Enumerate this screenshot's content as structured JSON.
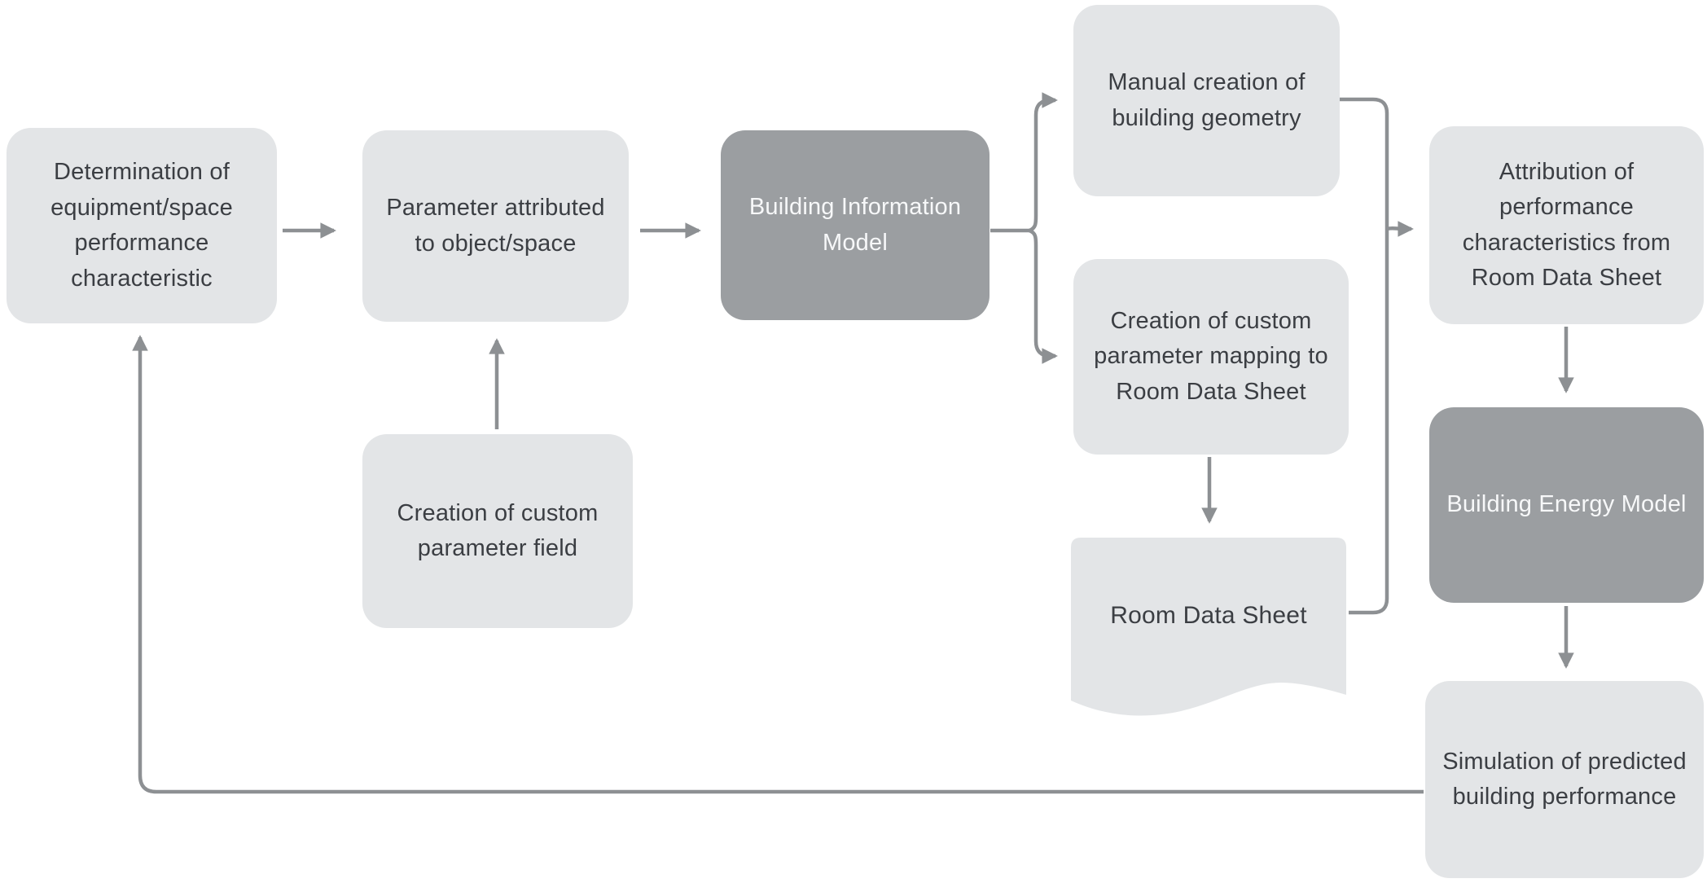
{
  "diagram": {
    "type": "flowchart",
    "background": "#ffffff",
    "colors": {
      "node_light": "#e3e5e7",
      "node_dark": "#9b9ea1",
      "arrow": "#8d9093",
      "text_dark": "#3b3e43",
      "text_light": "#f7f8f9"
    },
    "nodes": [
      {
        "id": "determination",
        "label": "Determination of equipment/space performance characteristic",
        "shape": "rounded-rect",
        "style": "light"
      },
      {
        "id": "parameter",
        "label": "Parameter attributed to object/space",
        "shape": "rounded-rect",
        "style": "light"
      },
      {
        "id": "custom-field",
        "label": "Creation of custom parameter field",
        "shape": "rounded-rect",
        "style": "light"
      },
      {
        "id": "bim",
        "label": "Building Information Model",
        "shape": "rounded-rect",
        "style": "dark"
      },
      {
        "id": "manual-geometry",
        "label": "Manual creation of building geometry",
        "shape": "rounded-rect",
        "style": "light"
      },
      {
        "id": "mapping",
        "label": "Creation of custom parameter mapping to Room Data Sheet",
        "shape": "rounded-rect",
        "style": "light"
      },
      {
        "id": "rds",
        "label": "Room Data Sheet",
        "shape": "document",
        "style": "light"
      },
      {
        "id": "attribution",
        "label": "Attribution of performance characteristics from Room Data Sheet",
        "shape": "rounded-rect",
        "style": "light"
      },
      {
        "id": "bem",
        "label": "Building Energy Model",
        "shape": "rounded-rect",
        "style": "dark"
      },
      {
        "id": "simulation",
        "label": "Simulation of predicted building performance",
        "shape": "rounded-rect",
        "style": "light"
      }
    ],
    "edges": [
      {
        "from": "determination",
        "to": "parameter",
        "arrow": true
      },
      {
        "from": "custom-field",
        "to": "parameter",
        "arrow": true
      },
      {
        "from": "parameter",
        "to": "bim",
        "arrow": true
      },
      {
        "from": "bim",
        "to": "manual-geometry",
        "arrow": true
      },
      {
        "from": "bim",
        "to": "mapping",
        "arrow": true
      },
      {
        "from": "mapping",
        "to": "rds",
        "arrow": true
      },
      {
        "from": "manual-geometry",
        "to": "attribution",
        "arrow": true
      },
      {
        "from": "rds",
        "to": "attribution",
        "arrow": true
      },
      {
        "from": "attribution",
        "to": "bem",
        "arrow": true
      },
      {
        "from": "bem",
        "to": "simulation",
        "arrow": true
      },
      {
        "from": "simulation",
        "to": "determination",
        "arrow": true
      }
    ]
  }
}
